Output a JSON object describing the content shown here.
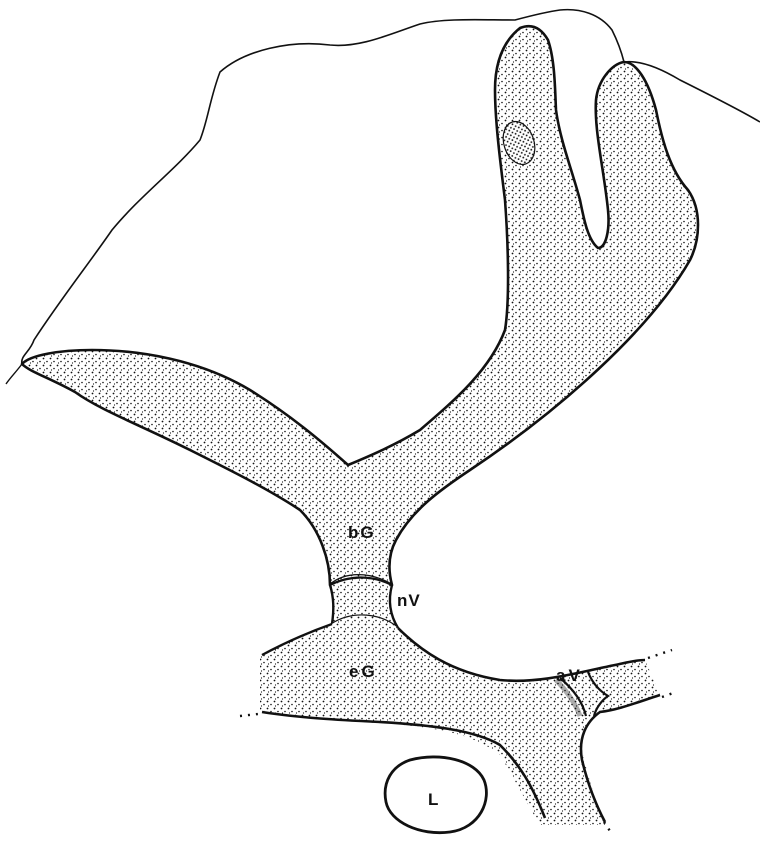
{
  "labels": {
    "bG": "bG",
    "nV": "nV",
    "eG": "eG",
    "aV": "aV",
    "L": "L"
  },
  "colors": {
    "ink": "#111111",
    "background": "#ffffff",
    "stipple_fill": "#c9c9c9"
  }
}
